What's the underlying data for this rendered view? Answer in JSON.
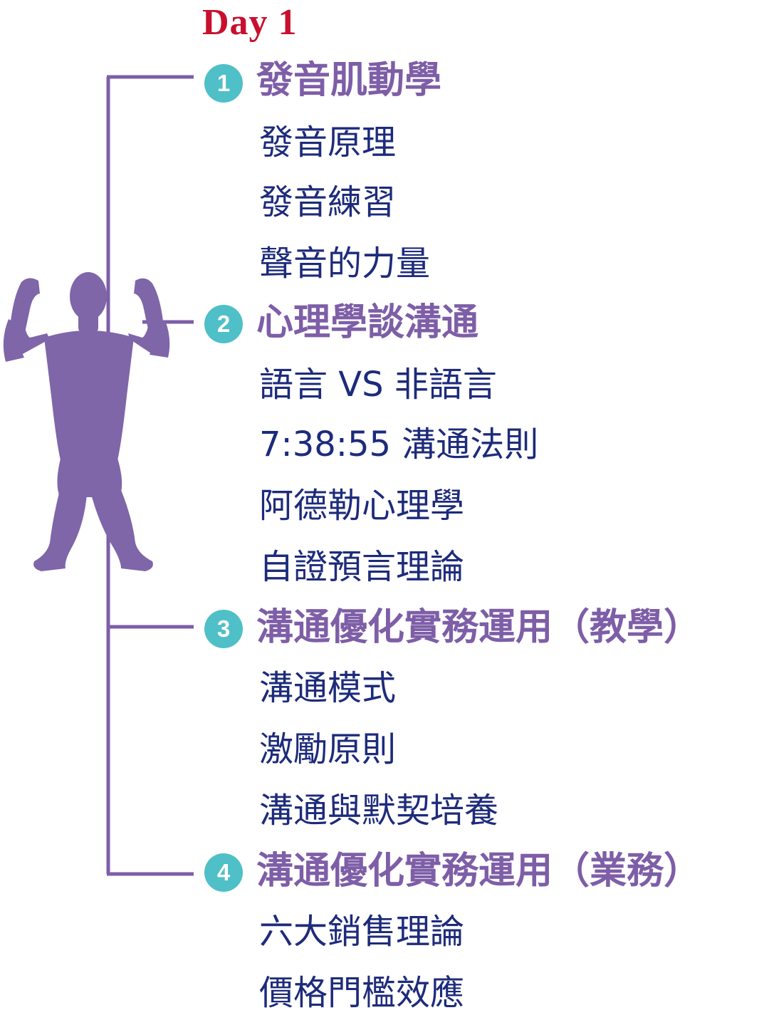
{
  "title": "Day 1",
  "colors": {
    "title": "#c8102e",
    "heading": "#7e5ea7",
    "item": "#1d2b7b",
    "badge": "#4fbfc8",
    "connector": "#7e5ea7",
    "figure": "#7e66a9"
  },
  "icons": {
    "figure": "flexing-person-silhouette-icon"
  },
  "sections": [
    {
      "number": "1",
      "heading": "發音肌動學",
      "items": [
        "發音原理",
        "發音練習",
        "聲音的力量"
      ]
    },
    {
      "number": "2",
      "heading": "心理學談溝通",
      "items": [
        "語言 VS 非語言",
        "7:38:55 溝通法則",
        "阿德勒心理學",
        "自證預言理論"
      ]
    },
    {
      "number": "3",
      "heading": "溝通優化實務運用（教學）",
      "items": [
        "溝通模式",
        "激勵原則",
        "溝通與默契培養"
      ]
    },
    {
      "number": "4",
      "heading": "溝通優化實務運用（業務）",
      "items": [
        "六大銷售理論",
        "價格門檻效應"
      ]
    }
  ]
}
